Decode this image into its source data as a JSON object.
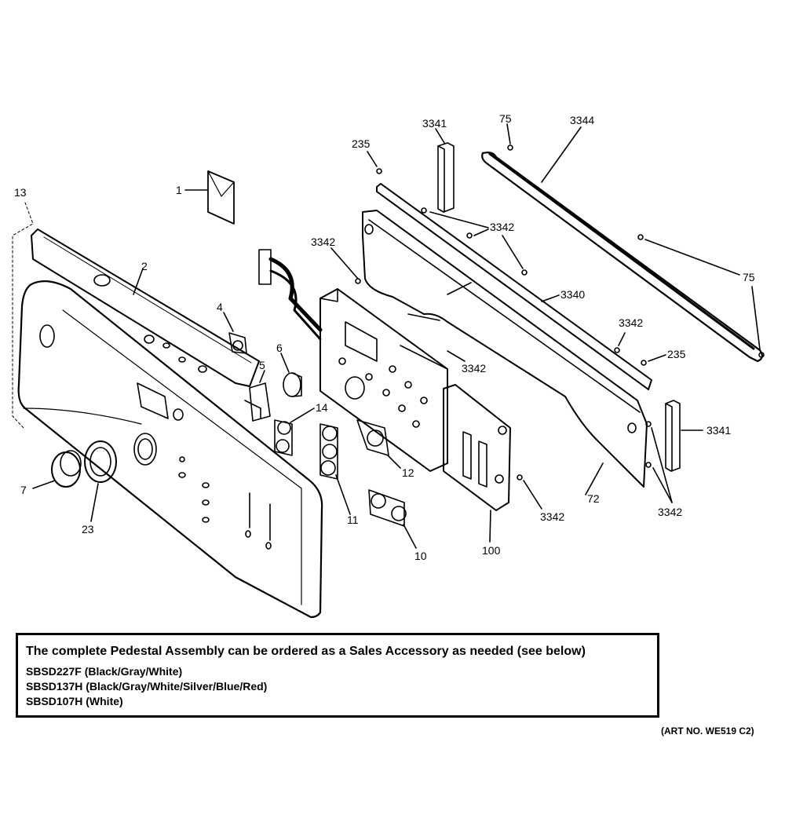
{
  "labels": {
    "l1": "1",
    "l2": "2",
    "l4": "4",
    "l5": "5",
    "l6": "6",
    "l7": "7",
    "l10": "10",
    "l11": "11",
    "l12": "12",
    "l13": "13",
    "l14": "14",
    "l23": "23",
    "l72": "72",
    "l75a": "75",
    "l75b": "75",
    "l100": "100",
    "l235a": "235",
    "l235b": "235",
    "l3340": "3340",
    "l3341a": "3341",
    "l3341b": "3341",
    "l3342a": "3342",
    "l3342b": "3342",
    "l3342c": "3342",
    "l3342d": "3342",
    "l3342e": "3342",
    "l3342f": "3342",
    "l3344": "3344"
  },
  "note": {
    "title": "The complete Pedestal Assembly can be ordered as a Sales Accessory as needed (see below)",
    "items": [
      "SBSD227F (Black/Gray/White)",
      "SBSD137H (Black/Gray/White/Silver/Blue/Red)",
      "SBSD107H (White)"
    ]
  },
  "art_no": "(ART NO. WE519 C2)"
}
